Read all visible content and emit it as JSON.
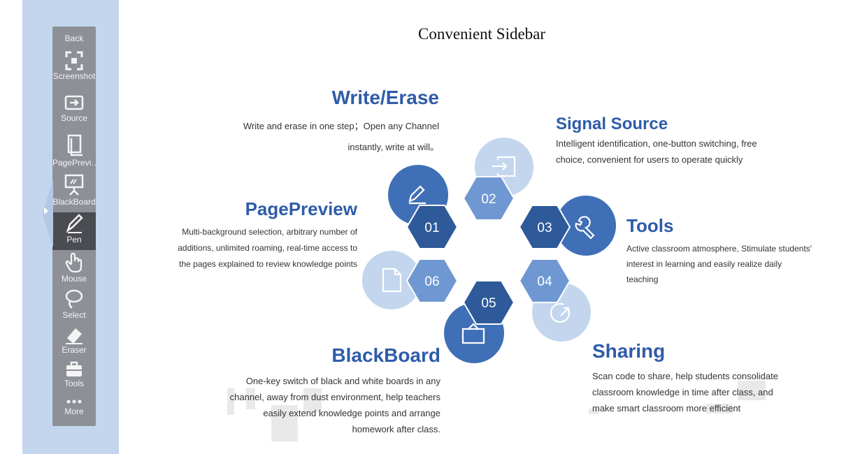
{
  "page": {
    "title": "Convenient Sidebar"
  },
  "sidebar": {
    "items": [
      {
        "label": "Back",
        "icon": "back"
      },
      {
        "label": "Screenshot",
        "icon": "screenshot-icon"
      },
      {
        "label": "Source",
        "icon": "source-icon"
      },
      {
        "label": "PagePrevi…",
        "icon": "page-preview-icon"
      },
      {
        "label": "BlackBoard",
        "icon": "blackboard-icon"
      },
      {
        "label": "Pen",
        "icon": "pen-icon",
        "active": true
      },
      {
        "label": "Mouse",
        "icon": "mouse-hand-icon"
      },
      {
        "label": "Select",
        "icon": "lasso-icon"
      },
      {
        "label": "Eraser",
        "icon": "eraser-icon"
      },
      {
        "label": "Tools",
        "icon": "toolbox-icon"
      },
      {
        "label": "More",
        "icon": "more-dots-icon"
      }
    ]
  },
  "features": [
    {
      "num": "01",
      "title": "Write/Erase",
      "icon": "pencil-icon",
      "lines": [
        "Write and erase in one step；Open any Channel",
        "instantly, write at will。"
      ]
    },
    {
      "num": "02",
      "title": "Signal Source",
      "icon": "input-icon",
      "lines": [
        "Intelligent identification, one-button switching, free",
        "choice, convenient for users to operate quickly"
      ]
    },
    {
      "num": "03",
      "title": "Tools",
      "icon": "wrench-icon",
      "lines": [
        "Active classroom atmosphere, Stimulate students'",
        "interest in learning and easily realize daily",
        "teaching"
      ]
    },
    {
      "num": "04",
      "title": "Sharing",
      "icon": "share-icon",
      "lines": [
        "Scan code to share, help students consolidate",
        "classroom knowledge in time after class, and",
        "make smart classroom more efficient"
      ]
    },
    {
      "num": "05",
      "title": "BlackBoard",
      "icon": "board-icon",
      "lines": [
        "One-key switch of black and white boards in any",
        "channel, away from dust environment, help teachers",
        "easily extend knowledge points and arrange",
        "homework after class."
      ]
    },
    {
      "num": "06",
      "title": "PagePreview",
      "icon": "document-icon",
      "lines": [
        "Multi-background selection, arbitrary number of",
        "additions, unlimited roaming, real-time access to",
        "the pages explained to review knowledge points"
      ]
    }
  ],
  "colors": {
    "dark_blue": "#2e5a9a",
    "mid_blue": "#3f6fb6",
    "light_blue": "#6f98d2",
    "pale_blue": "#c3d6ee",
    "title_blue": "#2f5ca9"
  }
}
